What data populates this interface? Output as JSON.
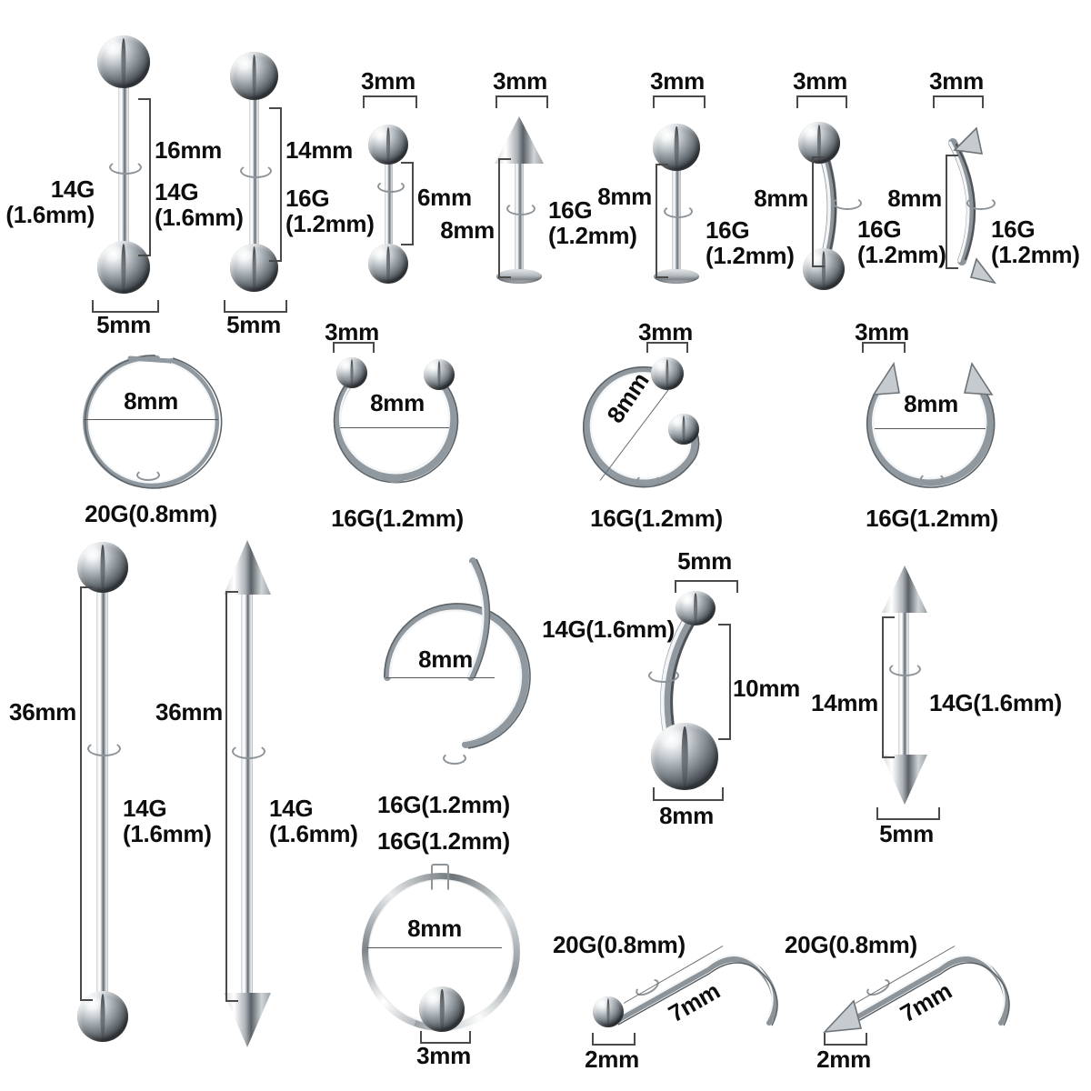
{
  "page": {
    "title": "Body Piercing Jewelry Size Chart",
    "background_color": "#ffffff",
    "text_color": "#0d0d0d"
  },
  "items": [
    {
      "id": "straight-barbell-16mm",
      "type": "straight-barbell",
      "row": 1,
      "labels": {
        "gauge": "14G\n(1.6mm)",
        "length": "16mm",
        "gauge2": "14G\n(1.6mm)",
        "ball": "5mm"
      }
    },
    {
      "id": "straight-barbell-14mm",
      "type": "straight-barbell",
      "row": 1,
      "labels": {
        "length": "14mm",
        "gauge": "16G\n(1.2mm)",
        "ball": "5mm"
      }
    },
    {
      "id": "straight-barbell-6mm",
      "type": "straight-barbell",
      "row": 1,
      "labels": {
        "ball": "3mm",
        "length": "6mm"
      }
    },
    {
      "id": "labret-cone-8mm",
      "type": "labret-stud-cone",
      "row": 1,
      "labels": {
        "top": "3mm",
        "length": "8mm",
        "gauge": "16G\n(1.2mm)"
      }
    },
    {
      "id": "labret-ball-8mm",
      "type": "labret-stud-ball",
      "row": 1,
      "labels": {
        "top": "3mm",
        "length": "8mm",
        "gauge": "16G\n(1.2mm)"
      }
    },
    {
      "id": "curved-barbell-ball-8mm",
      "type": "curved-barbell-ball",
      "row": 1,
      "labels": {
        "top": "3mm",
        "length": "8mm",
        "gauge": "16G\n(1.2mm)"
      }
    },
    {
      "id": "curved-barbell-cone-8mm",
      "type": "curved-barbell-cone",
      "row": 1,
      "labels": {
        "top": "3mm",
        "length": "8mm",
        "gauge": "16G\n(1.2mm)"
      }
    },
    {
      "id": "nose-hoop-20g",
      "type": "open-nose-hoop",
      "row": 2,
      "labels": {
        "diameter": "8mm",
        "gauge": "20G(0.8mm)"
      }
    },
    {
      "id": "horseshoe-ball-16g",
      "type": "horseshoe-ball",
      "row": 2,
      "labels": {
        "ball": "3mm",
        "diameter": "8mm",
        "gauge": "16G(1.2mm)"
      }
    },
    {
      "id": "twist-spiral-16g",
      "type": "spiral-twister",
      "row": 2,
      "labels": {
        "ball": "3mm",
        "diameter": "8mm",
        "gauge": "16G(1.2mm)"
      }
    },
    {
      "id": "horseshoe-cone-16g",
      "type": "horseshoe-cone",
      "row": 2,
      "labels": {
        "cone": "3mm",
        "diameter": "8mm",
        "gauge": "16G(1.2mm)"
      }
    },
    {
      "id": "industrial-barbell-ball-36mm",
      "type": "industrial-barbell-ball",
      "row": 3,
      "labels": {
        "length": "36mm",
        "gauge": "14G\n(1.6mm)"
      }
    },
    {
      "id": "industrial-barbell-cone-36mm",
      "type": "industrial-barbell-cone",
      "row": 3,
      "labels": {
        "length": "36mm",
        "gauge": "14G\n(1.6mm)"
      }
    },
    {
      "id": "segment-clicker-ring-8mm",
      "type": "segment-clicker-ring",
      "row": 3,
      "labels": {
        "diameter": "8mm",
        "gauge": "16G(1.2mm)"
      }
    },
    {
      "id": "belly-ring-10mm",
      "type": "belly-button-ring",
      "row": 3,
      "labels": {
        "top_ball": "5mm",
        "gauge": "14G(1.6mm)",
        "length": "10mm",
        "bottom_ball": "8mm"
      }
    },
    {
      "id": "spike-barbell-14mm",
      "type": "straight-barbell-cone",
      "row": 3,
      "labels": {
        "length": "14mm",
        "gauge": "14G(1.6mm)",
        "cone": "5mm"
      }
    },
    {
      "id": "captive-bead-ring-8mm",
      "type": "captive-bead-ring",
      "row": 4,
      "labels": {
        "gauge": "16G(1.2mm)",
        "diameter": "8mm",
        "bead": "3mm"
      }
    },
    {
      "id": "nose-screw-ball",
      "type": "nose-screw-ball",
      "row": 4,
      "labels": {
        "gauge": "20G(0.8mm)",
        "length": "7mm",
        "ball": "2mm"
      }
    },
    {
      "id": "nose-screw-cone",
      "type": "nose-screw-cone",
      "row": 4,
      "labels": {
        "gauge": "20G(0.8mm)",
        "length": "7mm",
        "cone": "2mm"
      }
    }
  ],
  "all_labels": {
    "r1i1_gauge": "14G\n(1.6mm)",
    "r1i1_len": "16mm",
    "r1i1_gauge2": "14G\n(1.6mm)",
    "r1i1_ball": "5mm",
    "r1i2_len": "14mm",
    "r1i2_gauge": "16G\n(1.2mm)",
    "r1i2_ball": "5mm",
    "r1i3_ball": "3mm",
    "r1i3_len": "6mm",
    "r1i4_top": "3mm",
    "r1i4_len": "8mm",
    "r1i4_gauge": "16G\n(1.2mm)",
    "r1i5_top": "3mm",
    "r1i5_len": "8mm",
    "r1i5_gauge": "16G\n(1.2mm)",
    "r1i6_top": "3mm",
    "r1i6_len": "8mm",
    "r1i6_gauge": "16G\n(1.2mm)",
    "r1i7_top": "3mm",
    "r1i7_len": "8mm",
    "r1i7_gauge": "16G\n(1.2mm)",
    "r2i1_dia": "8mm",
    "r2i1_gauge": "20G(0.8mm)",
    "r2i2_ball": "3mm",
    "r2i2_dia": "8mm",
    "r2i2_gauge": "16G(1.2mm)",
    "r2i3_ball": "3mm",
    "r2i3_dia": "8mm",
    "r2i3_gauge": "16G(1.2mm)",
    "r2i4_cone": "3mm",
    "r2i4_dia": "8mm",
    "r2i4_gauge": "16G(1.2mm)",
    "r3i1_len": "36mm",
    "r3i1_gauge": "14G\n(1.6mm)",
    "r3i2_len": "36mm",
    "r3i2_gauge": "14G\n(1.6mm)",
    "r3i3_dia": "8mm",
    "r3i3_gauge": "16G(1.2mm)",
    "r3i3_gauge_b": "16G(1.2mm)",
    "r3i4_topball": "5mm",
    "r3i4_gauge": "14G(1.6mm)",
    "r3i4_len": "10mm",
    "r3i4_botball": "8mm",
    "r3i5_len": "14mm",
    "r3i5_gauge": "14G(1.6mm)",
    "r3i5_cone": "5mm",
    "r4i1_dia": "8mm",
    "r4i1_bead": "3mm",
    "r4i2_gauge": "20G(0.8mm)",
    "r4i2_len": "7mm",
    "r4i2_ball": "2mm",
    "r4i3_gauge": "20G(0.8mm)",
    "r4i3_len": "7mm",
    "r4i3_cone": "2mm"
  }
}
